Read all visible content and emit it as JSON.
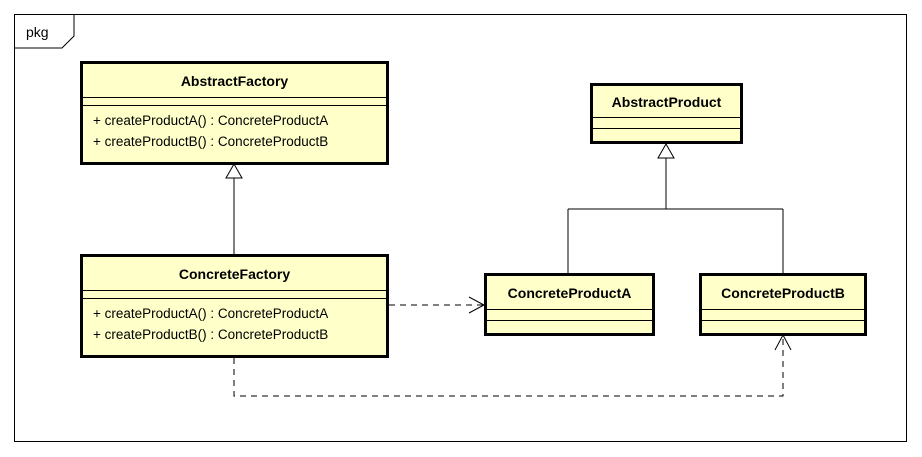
{
  "package": {
    "label": "pkg"
  },
  "classes": {
    "abstract_factory": {
      "name": "AbstractFactory",
      "operations": [
        "+ createProductA() : ConcreteProductA",
        "+ createProductB() : ConcreteProductB"
      ]
    },
    "concrete_factory": {
      "name": "ConcreteFactory",
      "operations": [
        "+ createProductA() : ConcreteProductA",
        "+ createProductB() : ConcreteProductB"
      ]
    },
    "abstract_product": {
      "name": "AbstractProduct"
    },
    "concrete_product_a": {
      "name": "ConcreteProductA"
    },
    "concrete_product_b": {
      "name": "ConcreteProductB"
    }
  },
  "colors": {
    "class_fill": "#FFFFCA",
    "stroke": "#000000"
  }
}
